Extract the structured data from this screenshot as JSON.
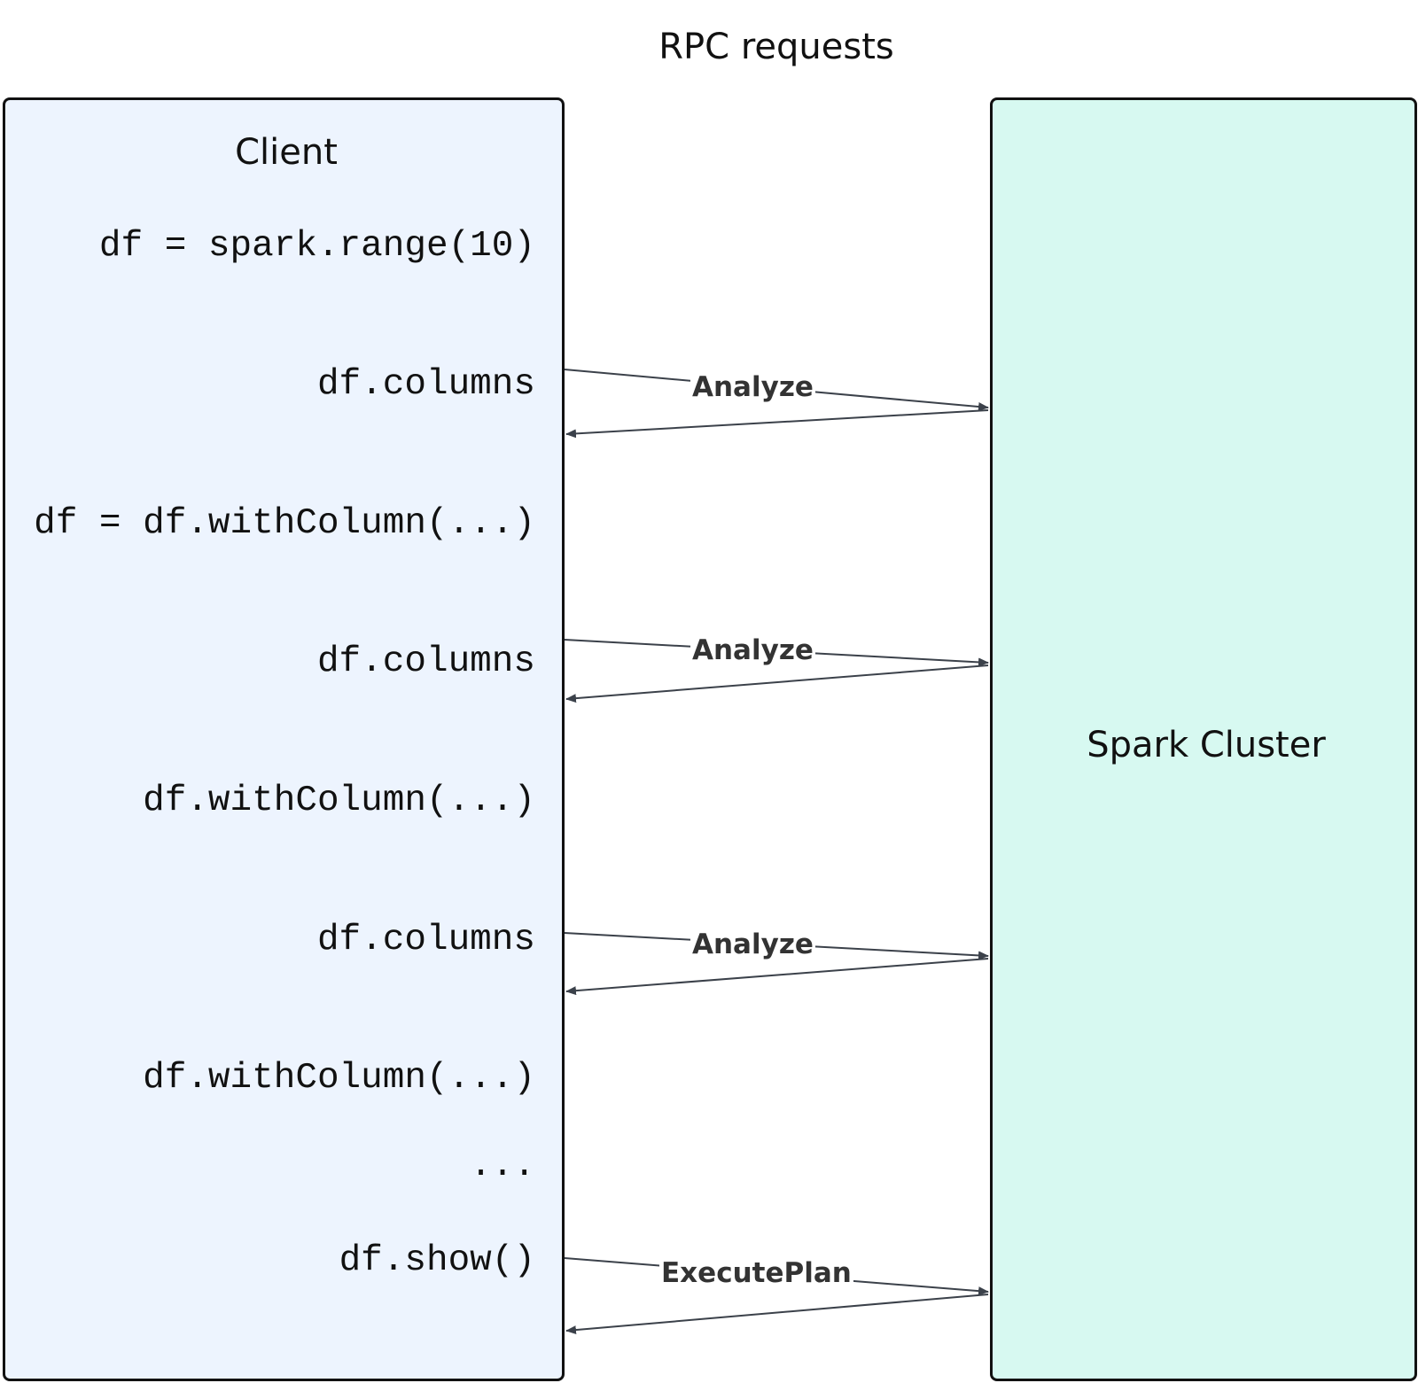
{
  "diagram": {
    "title": "RPC requests",
    "client": {
      "label": "Client",
      "lines": [
        "df = spark.range(10)",
        "df.columns",
        "df = df.withColumn(...)",
        "df.columns",
        "df.withColumn(...)",
        "df.columns",
        "df.withColumn(...)",
        "...",
        "df.show()"
      ]
    },
    "cluster": {
      "label": "Spark Cluster"
    },
    "requests": [
      {
        "label": "Analyze",
        "from": "df.columns"
      },
      {
        "label": "Analyze",
        "from": "df.columns"
      },
      {
        "label": "Analyze",
        "from": "df.columns"
      },
      {
        "label": "ExecutePlan",
        "from": "df.show()"
      }
    ],
    "colors": {
      "client_fill": "#edf4fe",
      "cluster_fill": "#d7f9f1",
      "border": "#111111",
      "arrow": "#3b414a"
    }
  }
}
